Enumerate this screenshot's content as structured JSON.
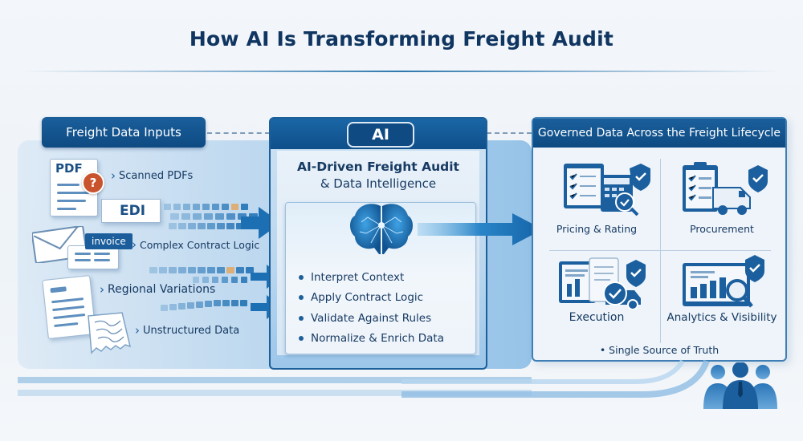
{
  "title": "How AI Is Transforming Freight Audit",
  "inputs": {
    "header": "Freight Data Inputs",
    "items": [
      {
        "label": "Scanned PDFs",
        "icon": "pdf-document-icon"
      },
      {
        "label": "Complex Contract Logic",
        "icon": "envelope-invoice-icon"
      },
      {
        "label": "Regional Variations",
        "icon": "document-icon"
      },
      {
        "label": "Unstructured Data",
        "icon": "crumpled-receipt-icon"
      }
    ],
    "pdf_badge": "PDF",
    "question_mark": "?",
    "edi_label": "EDI",
    "invoice_tag": "invoice"
  },
  "ai": {
    "pill": "AI",
    "title_line1": "AI-Driven Freight Audit",
    "title_line2": "& Data Intelligence",
    "steps": [
      "Interpret Context",
      "Apply Contract Logic",
      "Validate Against Rules",
      "Normalize & Enrich Data"
    ]
  },
  "outputs": {
    "header": "Governed Data Across the Freight Lifecycle",
    "cells": [
      {
        "label": "Pricing & Rating",
        "icon": "pricing-calculator-icon"
      },
      {
        "label": "Procurement",
        "icon": "procurement-truck-icon"
      },
      {
        "label": "Execution",
        "icon": "execution-clipboard-icon"
      },
      {
        "label": "Analytics & Visibility",
        "icon": "analytics-chart-icon"
      }
    ],
    "footer": "• Single Source of Truth"
  },
  "colors": {
    "primary": "#0e4a82",
    "accent": "#1d6fb3",
    "alert": "#c9532c",
    "highlight": "#e0a867"
  }
}
